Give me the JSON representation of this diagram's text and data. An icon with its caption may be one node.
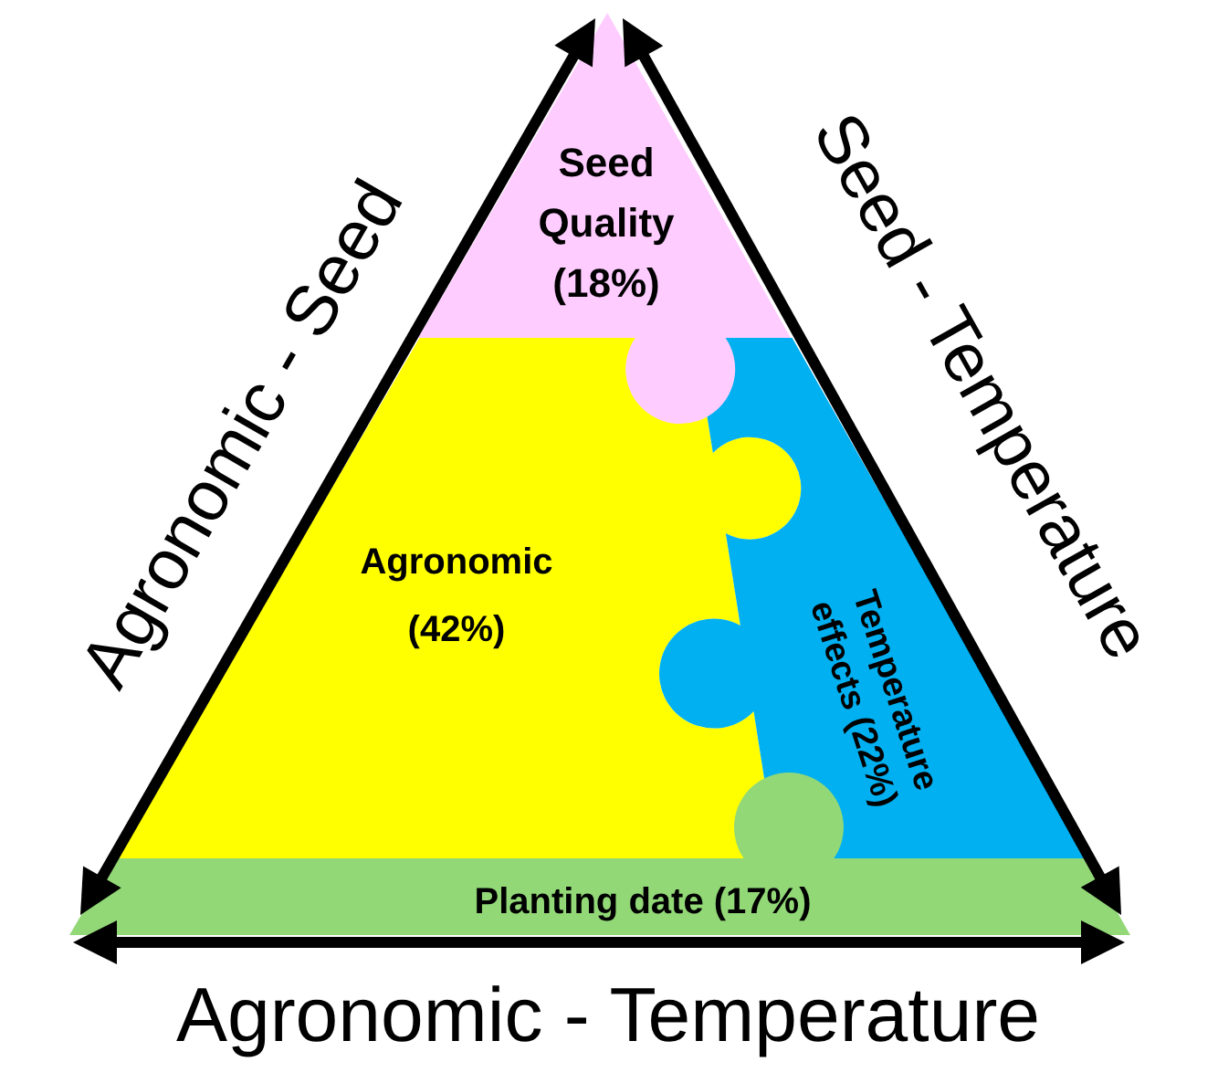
{
  "diagram": {
    "nodes": [
      {
        "text": [
          "Seed Quality (18%)"
        ]
      },
      {
        "text": [
          "Agronomic (42%)"
        ]
      },
      {
        "text": [
          "Temperature effects (22%)"
        ]
      },
      {
        "text": [
          "Planting date (17%)"
        ]
      }
    ],
    "labels": [
      "Agronomic - Seed",
      "Seed - Temperature",
      "Agronomic - Temperature"
    ]
  }
}
